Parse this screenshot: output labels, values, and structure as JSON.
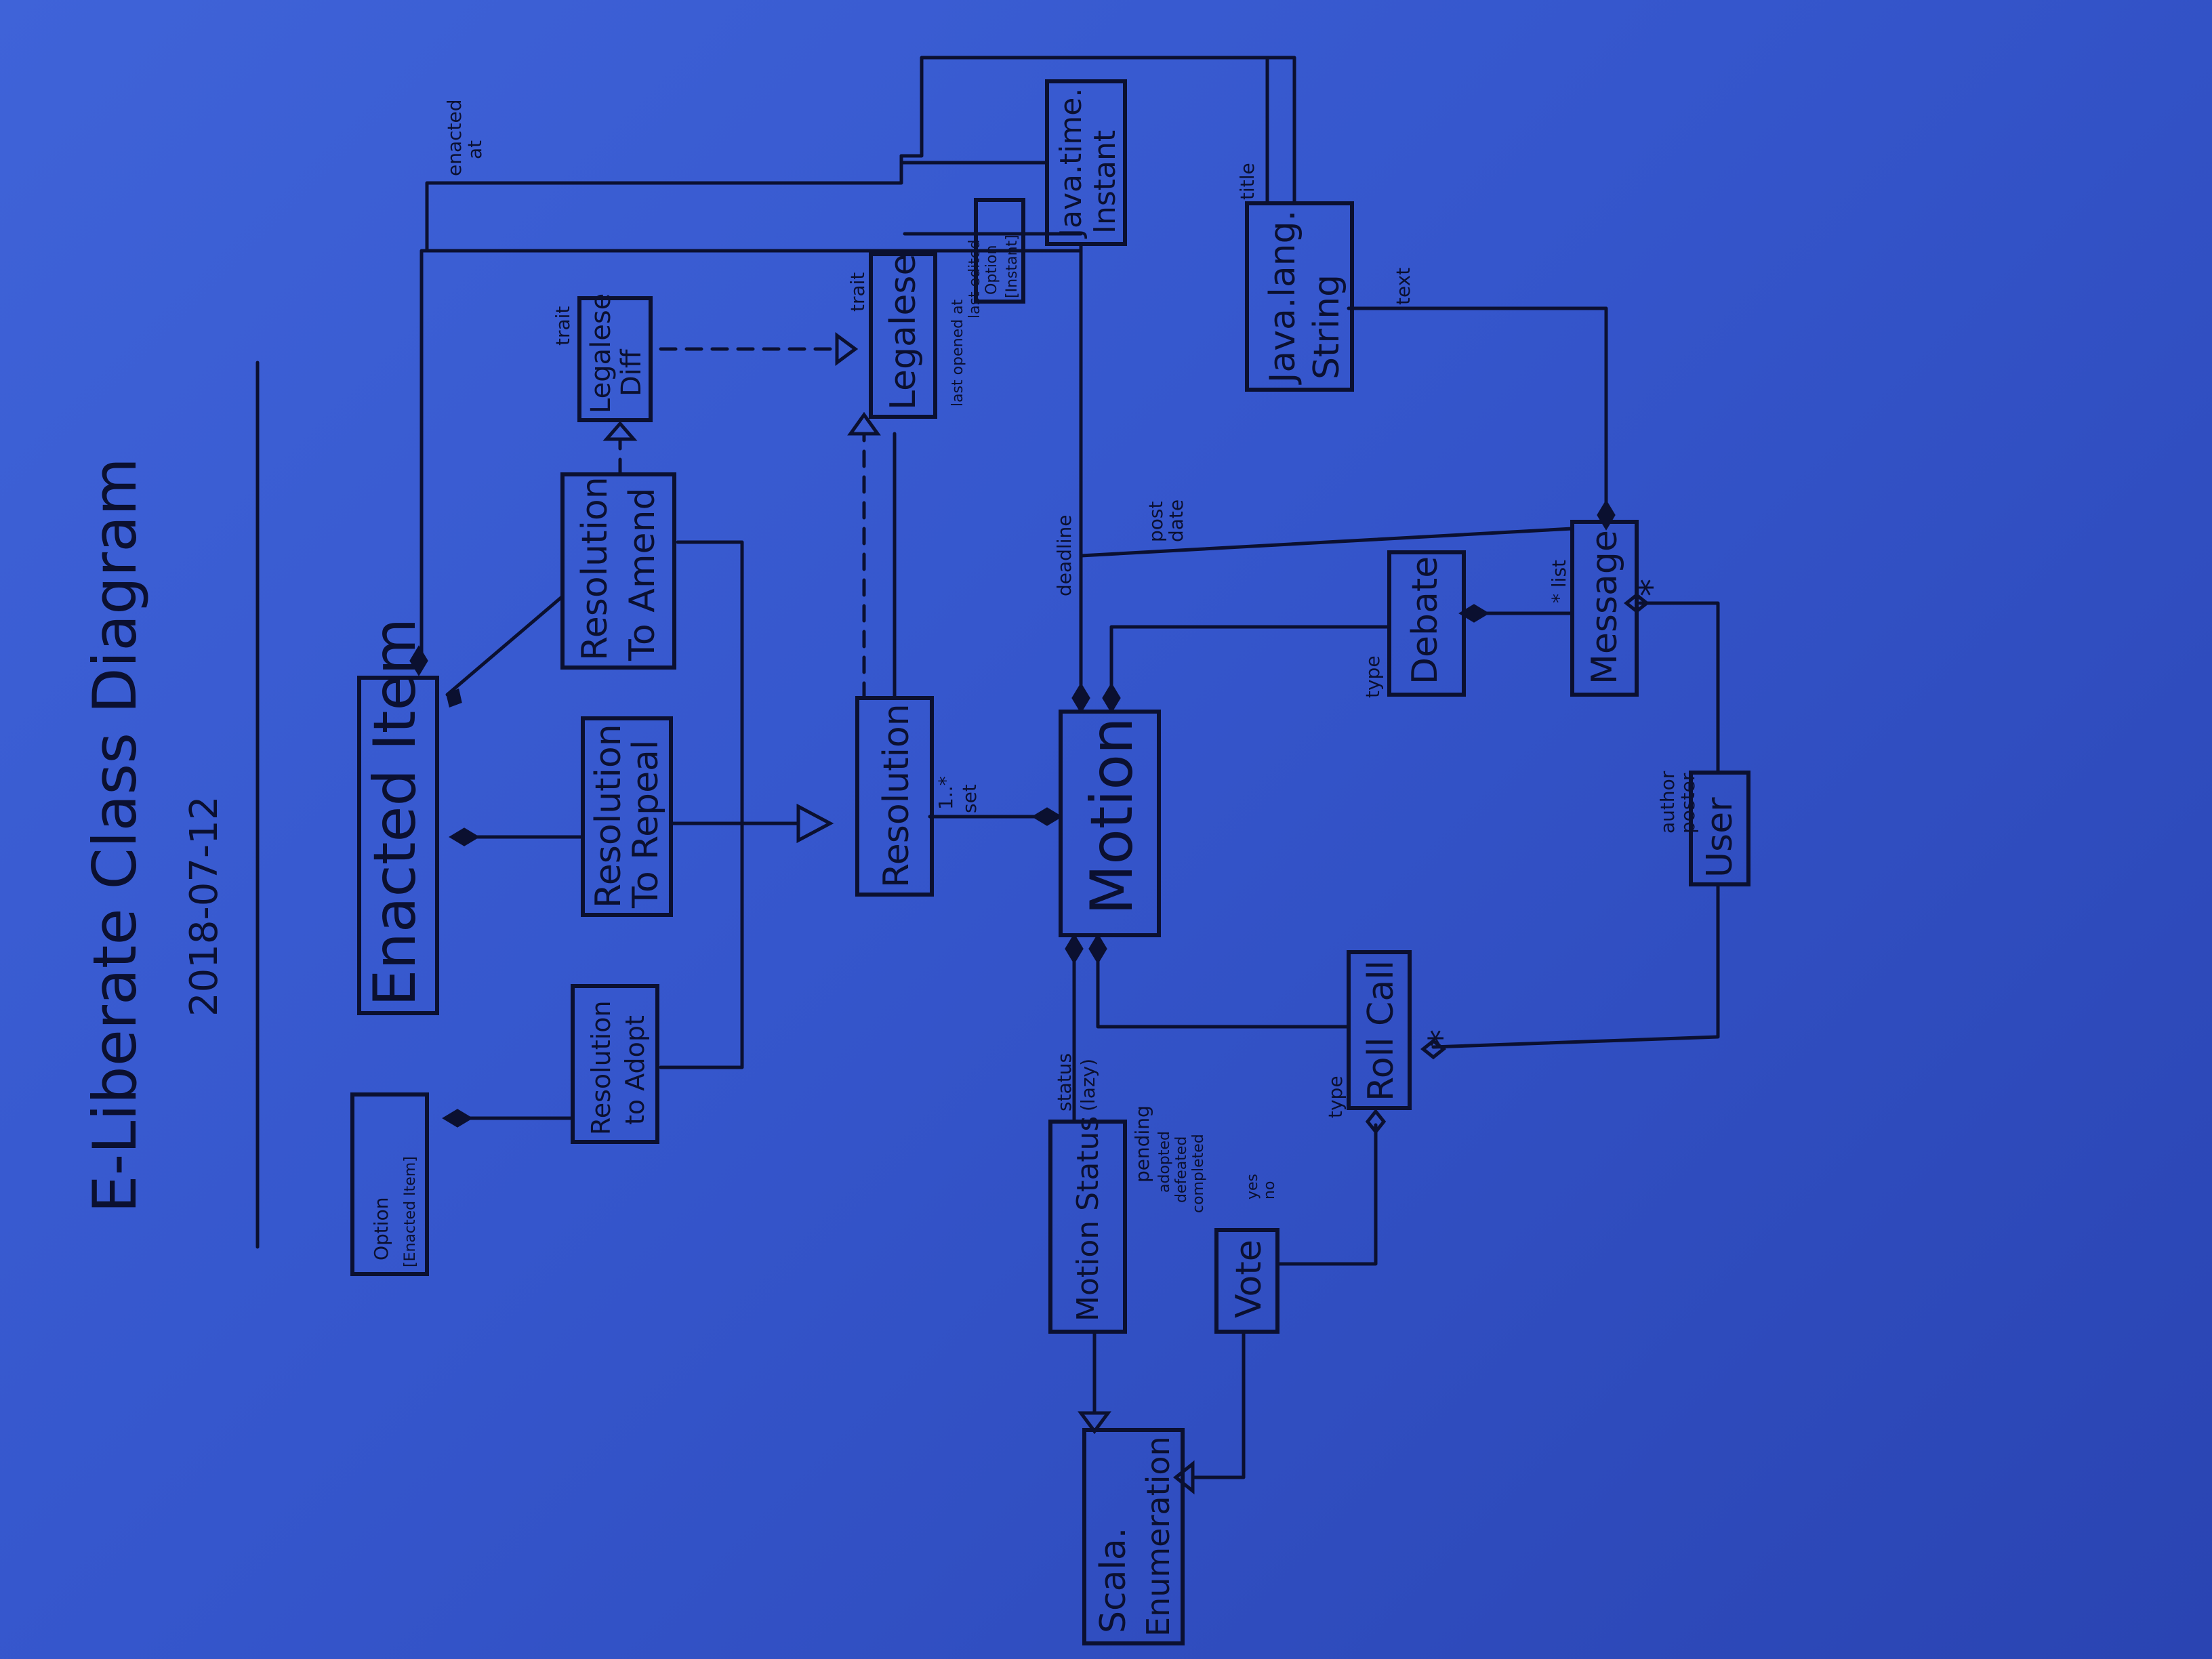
{
  "diagram": {
    "title": "E-Liberate Class Diagram",
    "date": "2018-07-12",
    "classes": {
      "enacted_item": "Enacted Item",
      "option_enacted_item_line1": "Option",
      "option_enacted_item_line2": "[Enacted Item]",
      "resolution_to_adopt_line1": "Resolution",
      "resolution_to_adopt_line2": "to Adopt",
      "resolution_to_repeal_line1": "Resolution",
      "resolution_to_repeal_line2": "To Repeal",
      "resolution_to_amend_line1": "Resolution",
      "resolution_to_amend_line2": "To Amend",
      "legalese_diff_line1": "Legalese",
      "legalese_diff_line2": "Diff",
      "legalese": "Legalese",
      "resolution": "Resolution",
      "motion": "Motion",
      "java_time_instant_line1": "Java.time.",
      "java_time_instant_line2": "Instant",
      "option_instant_line1": "Option",
      "option_instant_line2": "[Instant]",
      "java_lang_string_line1": "Java.lang.",
      "java_lang_string_line2": "String",
      "debate": "Debate",
      "message": "Message",
      "user": "User",
      "roll_call": "Roll Call",
      "motion_status": "Motion Status",
      "vote": "Vote",
      "scala_enumeration_line1": "Scala.",
      "scala_enumeration_line2": "Enumeration"
    },
    "labels": {
      "enacted_at_line1": "enacted",
      "enacted_at_line2": "at",
      "trait_diff": "trait",
      "trait_legalese": "trait",
      "last_opened_line1": "last opened at",
      "last_opened_line2": "last edited",
      "one_to_many": "1..*",
      "set": "set",
      "deadline": "deadline",
      "post_date_line1": "post",
      "post_date_line2": "date",
      "title": "title",
      "text": "text",
      "type_debate": "type",
      "list": "* list",
      "star_user": "*",
      "author_line1": "author",
      "author_line2": "poster",
      "status_line1": "status",
      "status_line2": "(lazy)",
      "pending": "pending",
      "adopted": "adopted",
      "defeated": "defeated",
      "completed": "completed",
      "yes_no_line1": "yes",
      "yes_no_line2": "no",
      "type_rollcall": "type",
      "star_rollcall": "*"
    }
  }
}
